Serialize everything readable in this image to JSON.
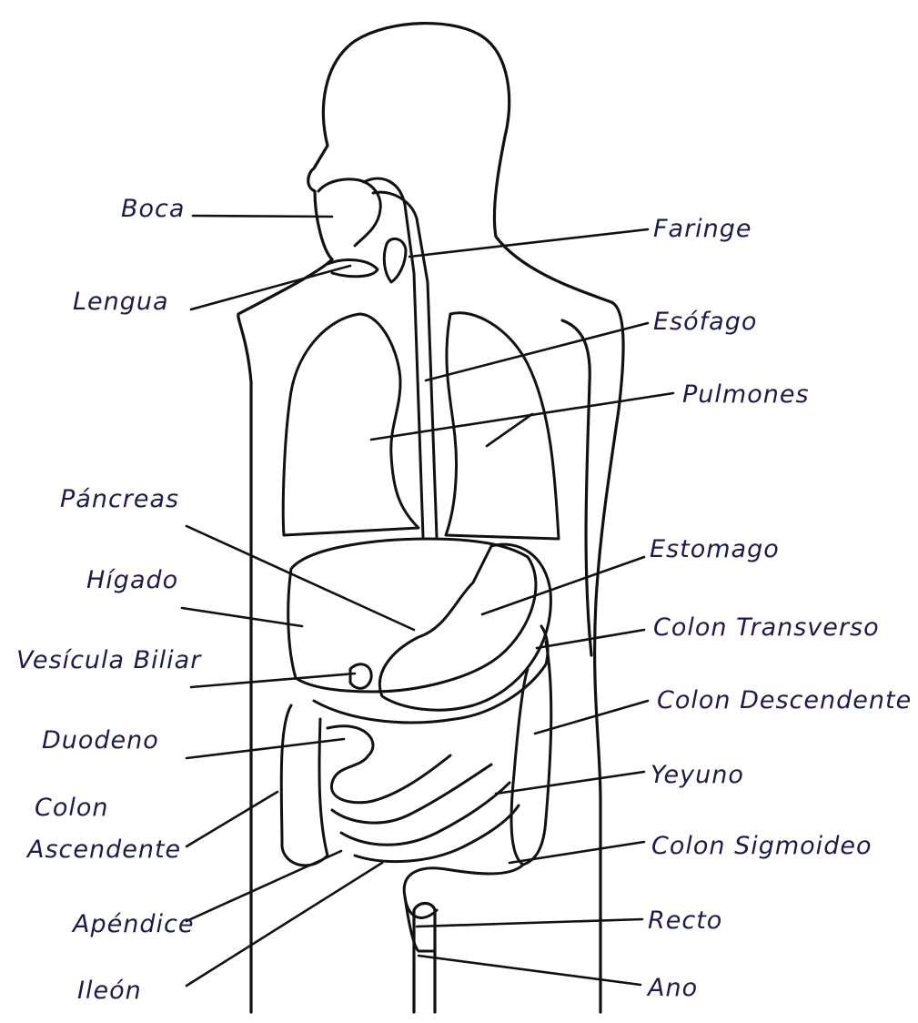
{
  "colors": {
    "ink": "#1b1c4a",
    "line": "#111111",
    "background": "#ffffff"
  },
  "labels": {
    "boca": "Boca",
    "lengua": "Lengua",
    "faringe": "Faringe",
    "esofago": "Esófago",
    "pulmones": "Pulmones",
    "pancreas": "Páncreas",
    "higado": "Hígado",
    "vesicula_biliar": "Vesícula Biliar",
    "duodeno": "Duodeno",
    "colon_ascendente_line1": "Colon",
    "colon_ascendente_line2": "Ascendente",
    "apendice": "Apéndice",
    "ileon": "Ileón",
    "estomago": "Estomago",
    "colon_transverso": "Colon Transverso",
    "colon_descendente": "Colon Descendente",
    "yeyuno": "Yeyuno",
    "colon_sigmoideo": "Colon Sigmoideo",
    "recto": "Recto",
    "ano": "Ano"
  }
}
